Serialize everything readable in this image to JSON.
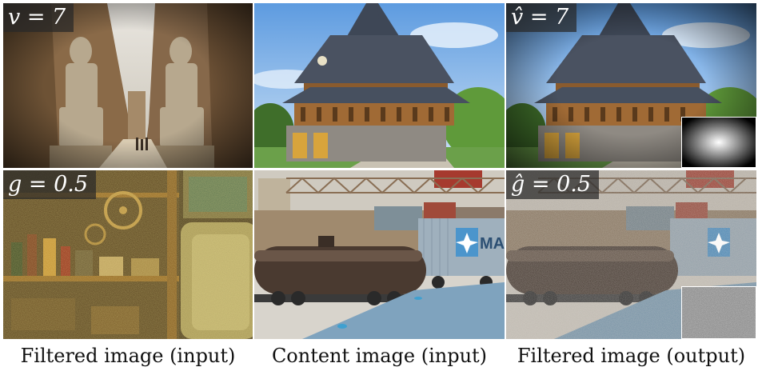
{
  "labels": {
    "v": "v = 7",
    "v_hat": "v̂ = 7",
    "g": "g = 0.5",
    "g_hat": "ĝ = 0.5"
  },
  "captions": {
    "filtered_input": "Filtered image (input)",
    "content_input": "Content image (input)",
    "filtered_output": "Filtered image (output)"
  },
  "scene_text": {
    "container_logo": "MAE"
  }
}
